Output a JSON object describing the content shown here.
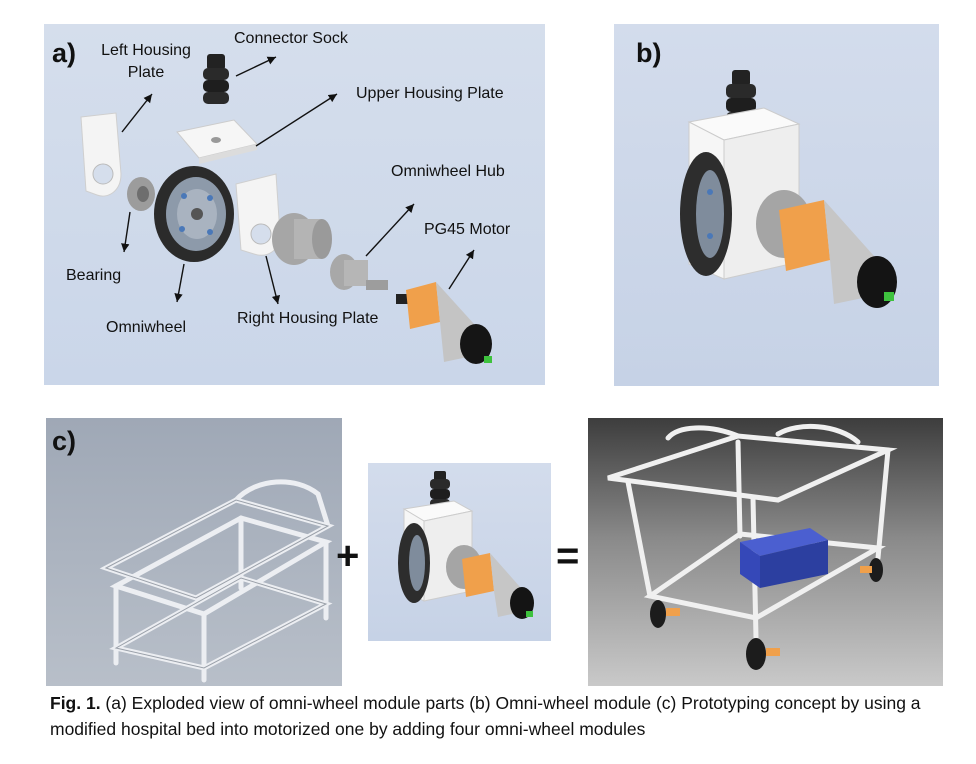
{
  "panels": {
    "a": {
      "label": "a)",
      "parts": {
        "connector_sock": "Connector Sock",
        "left_housing_plate_line1": "Left Housing",
        "left_housing_plate_line2": "Plate",
        "upper_housing_plate": "Upper Housing Plate",
        "omniwheel_hub": "Omniwheel Hub",
        "pg45_motor": "PG45 Motor",
        "bearing": "Bearing",
        "omniwheel": "Omniwheel",
        "right_housing_plate": "Right Housing Plate"
      }
    },
    "b": {
      "label": "b)"
    },
    "c": {
      "label": "c)",
      "plus": "+",
      "equals": "="
    }
  },
  "caption": {
    "fig": "Fig. 1.",
    "text": " (a) Exploded view of omni-wheel module parts (b) Omni-wheel module (c) Prototyping concept by using a modified hospital bed into motorized one by adding four omni-wheel modules"
  },
  "colors": {
    "panel_bg": "#cfd9ea",
    "motor_orange": "#f0a04b",
    "wheel_dark": "#2b2b2b",
    "battery_blue": "#2c3fa0"
  }
}
